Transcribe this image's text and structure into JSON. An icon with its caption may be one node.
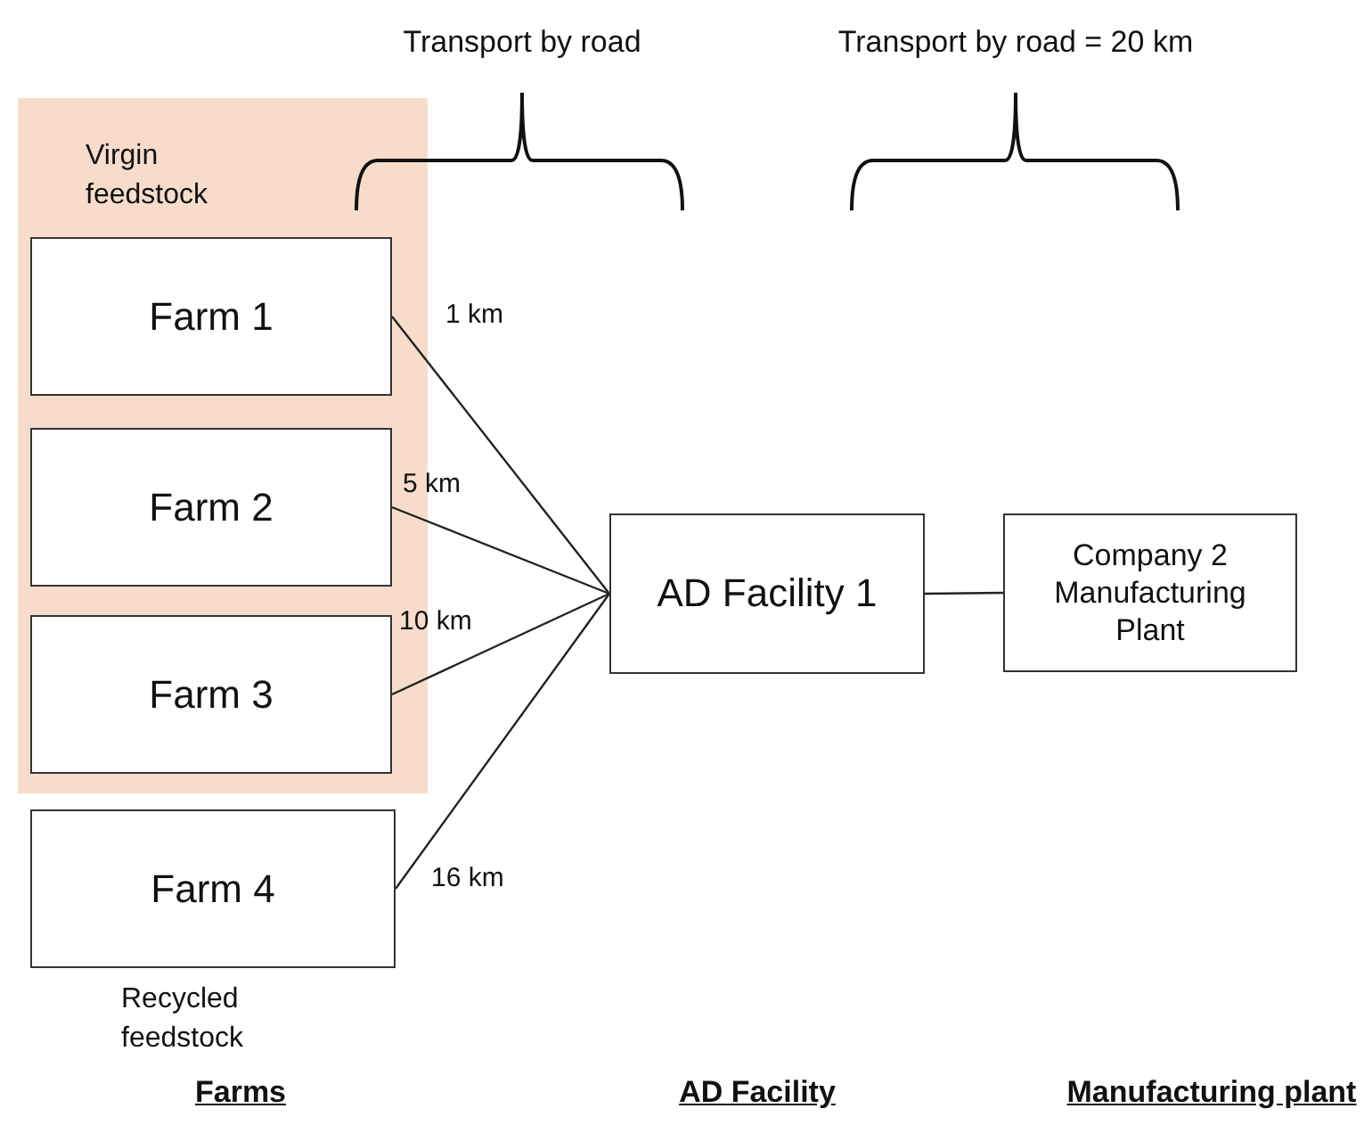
{
  "diagram": {
    "nodes": [
      {
        "text": [
          "Virgin feedstock"
        ]
      },
      {
        "text": [
          "Farm 1"
        ],
        "in": 0
      },
      {
        "text": [
          "Farm 2"
        ],
        "in": 0
      },
      {
        "text": [
          "Farm 3"
        ],
        "in": 0
      },
      {
        "text": [
          "Farm 4"
        ],
        "beside": [
          "Recycled feedstock"
        ]
      },
      {
        "text": [
          "AD Facility 1"
        ]
      },
      {
        "text": [
          "Company 2 Manufacturing Plant"
        ]
      }
    ],
    "edges": [
      {
        "from": 1,
        "to": 5,
        "arrow": "none",
        "label": "1 km"
      },
      {
        "from": 2,
        "to": 5,
        "arrow": "none",
        "label": "5 km"
      },
      {
        "from": 3,
        "to": 5,
        "arrow": "none",
        "label": "10 km"
      },
      {
        "from": 4,
        "to": 5,
        "arrow": "none",
        "label": "16 km"
      },
      {
        "from": 5,
        "to": 6,
        "arrow": "none"
      }
    ],
    "labels": [
      "Transport by road",
      "Transport by road = 20 km",
      "Farms",
      "AD Facility",
      "Manufacturing plant"
    ]
  }
}
